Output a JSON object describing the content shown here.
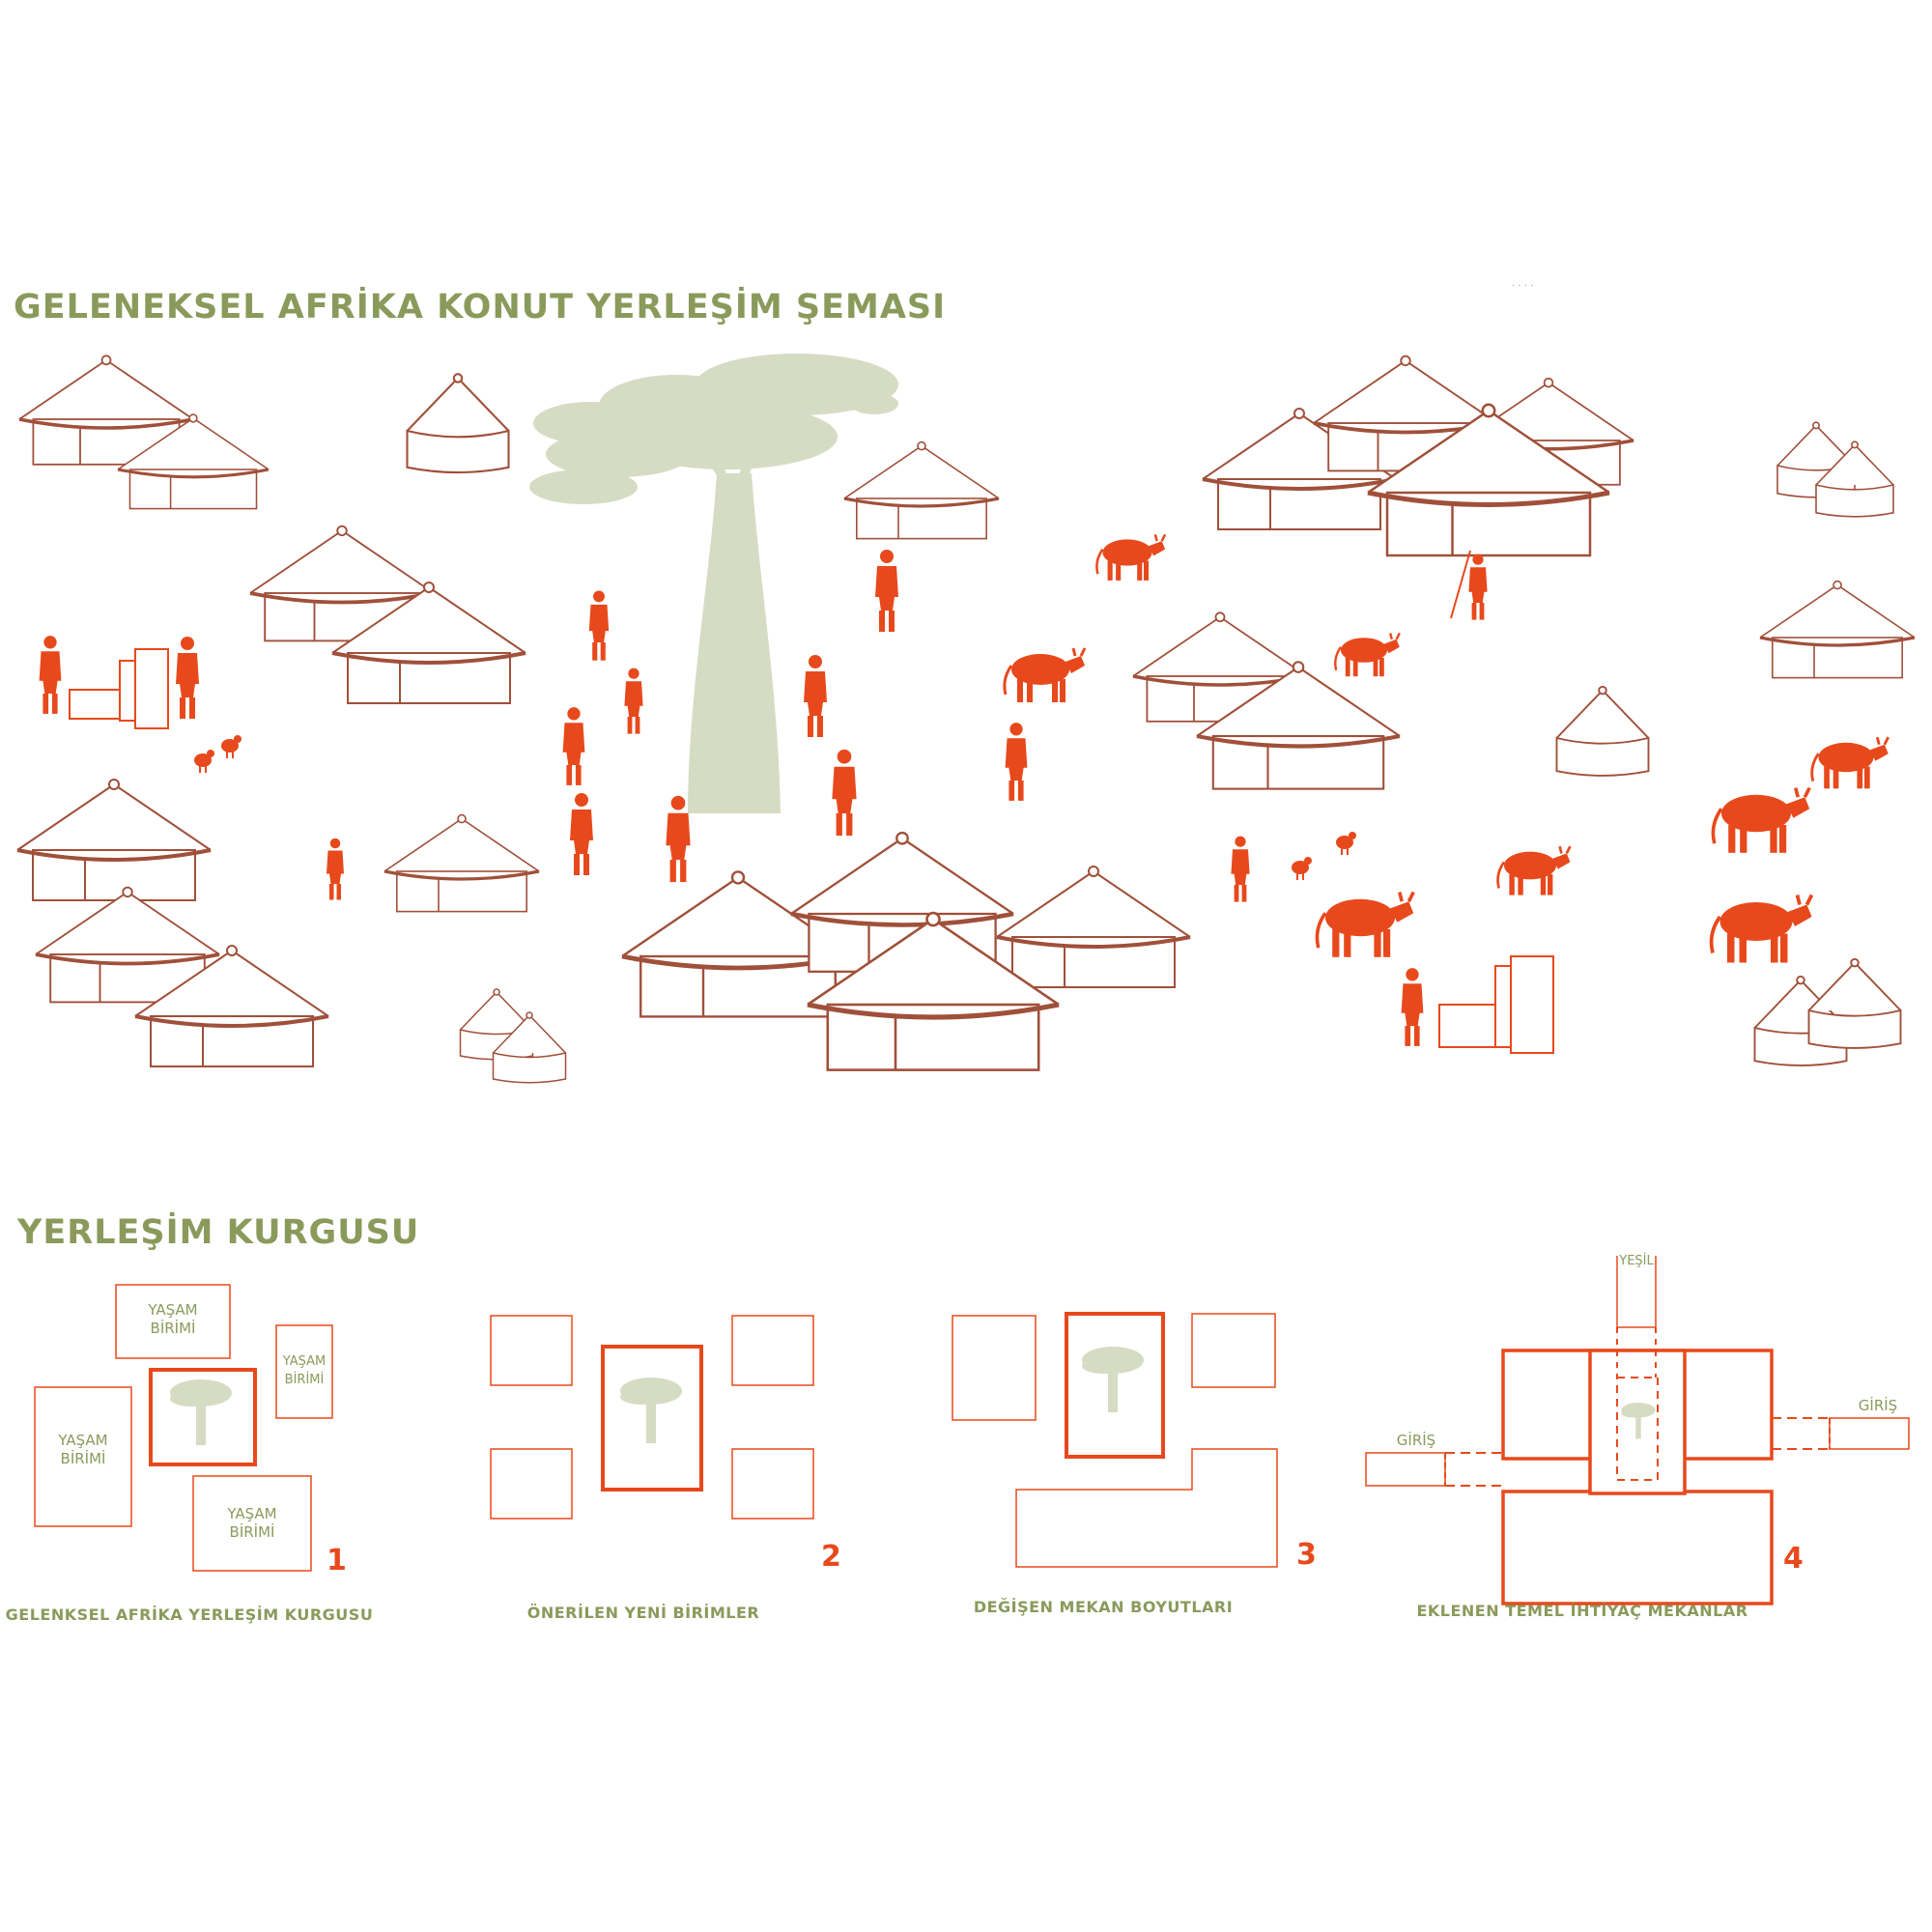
{
  "titles": {
    "main": "GELENEKSEL AFRİKA KONUT YERLEŞİM ŞEMASI",
    "section": "YERLEŞİM KURGUSU"
  },
  "steps": [
    {
      "number": "1",
      "caption": "GELENKSEL AFRİKA YERLEŞİM KURGUSU",
      "units": [
        "YAŞAM BİRİMİ",
        "YAŞAM BİRİMİ",
        "YAŞAM BİRİMİ",
        "YAŞAM BİRİMİ"
      ]
    },
    {
      "number": "2",
      "caption": "ÖNERİLEN YENİ BİRİMLER"
    },
    {
      "number": "3",
      "caption": "DEĞİŞEN MEKAN BOYUTLARI"
    },
    {
      "number": "4",
      "caption": "EKLENEN TEMEL İHTİYAÇ MEKANLAR",
      "labels": {
        "green": "YEŞİL",
        "entrance_left": "GİRİŞ",
        "entrance_right": "GİRİŞ"
      }
    }
  ],
  "colors": {
    "hut_line": "#a0503a",
    "accent": "#e8491c",
    "tree": "#d5dcc3",
    "heading": "#8a9a5b"
  },
  "icons": [
    "hut-icon",
    "baobab-tree-icon",
    "person-icon",
    "cow-icon",
    "chicken-icon",
    "brick-stack-icon"
  ]
}
